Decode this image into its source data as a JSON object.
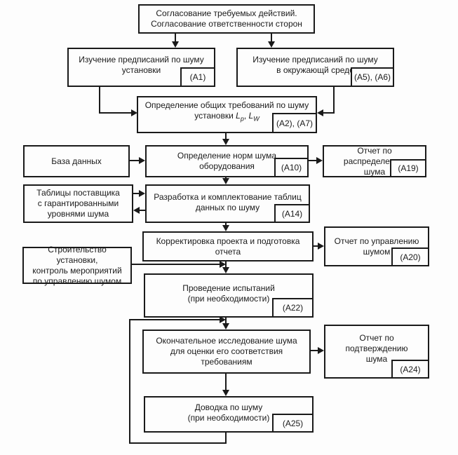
{
  "diagram": {
    "colors": {
      "line": "#1a1a1a",
      "background": "#fdfdfd",
      "text": "#1a1a1a"
    },
    "nodes": {
      "agreement": {
        "text": "Согласование требуемых действий.\nСогласование ответственности сторон"
      },
      "study_plant": {
        "text": "Изучение предписаний по шуму\nустановки",
        "tag": "(A1)"
      },
      "study_env": {
        "text": "Изучение предписаний по шуму\nв окружающй среде",
        "tag": "(A5), (A6)"
      },
      "general_req": {
        "line1": "Определение общих требований по шуму",
        "line2_prefix": "установки ",
        "sym1": "L",
        "sub1": "p",
        "comma": ", ",
        "sym2": "L",
        "sub2": "W",
        "tag": "(A2), (A7)"
      },
      "database": {
        "text": "База данных"
      },
      "noise_norms": {
        "text": "Определение норм шума\nоборудования",
        "tag": "(A10)"
      },
      "report_distribution": {
        "text": "Отчет по распределению\nшума",
        "tag": "(A19)"
      },
      "supplier_tables": {
        "text": "Таблицы поставщика\nс гарантированными\nуровнями шума"
      },
      "data_tables": {
        "text": "Разработка и комплектование таблиц\nданных по шуму",
        "tag": "(A14)"
      },
      "project_correction": {
        "text": "Корректировка проекта и подготовка\nотчета"
      },
      "report_management": {
        "text": "Отчет по управлению\nшумом",
        "tag": "(A20)"
      },
      "construction": {
        "text": "Строительство установки,\nконтроль мероприятий\nпо управлению шумом"
      },
      "testing": {
        "text": "Проведение испытаний\n(при необходимости)",
        "tag": "(A22)"
      },
      "final_study": {
        "text": "Окончательное исследование шума\nдля оценки его соответствия\nтребованиям"
      },
      "report_confirmation": {
        "text": "Отчет по\nподтверждению\nшума",
        "tag": "(A24)"
      },
      "noise_tuning": {
        "text": "Доводка по шуму\n(при необходимости)",
        "tag": "(A25)"
      }
    }
  }
}
